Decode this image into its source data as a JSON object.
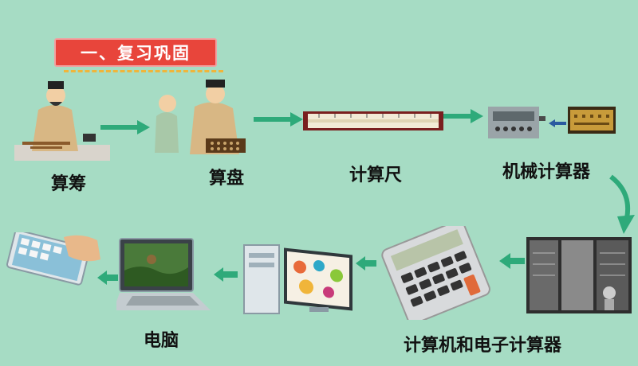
{
  "title": "一、复习巩固",
  "stages": {
    "suanchou": "算筹",
    "suanpan": "算盘",
    "jisuanchi": "计算尺",
    "jixie": "机械计算器",
    "dianzi": "计算机和电子计算器",
    "diannao": "电脑"
  },
  "colors": {
    "background": "#a6dcc4",
    "title_fill": "#e8453b",
    "title_dash": "#f0b53a",
    "arrow": "#2eaa7a"
  }
}
